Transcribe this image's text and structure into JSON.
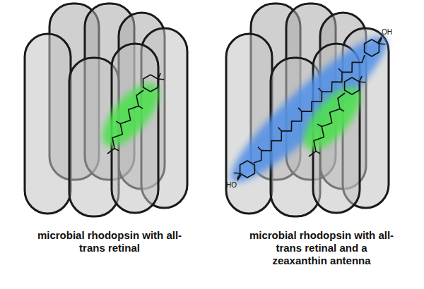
{
  "diagram": {
    "labels": [
      "microbial rhodopsin with all-trans retinal",
      "microbial rhodopsin with all-trans retinal and a zeaxanthin antenna",
      "OH",
      "HO"
    ]
  }
}
